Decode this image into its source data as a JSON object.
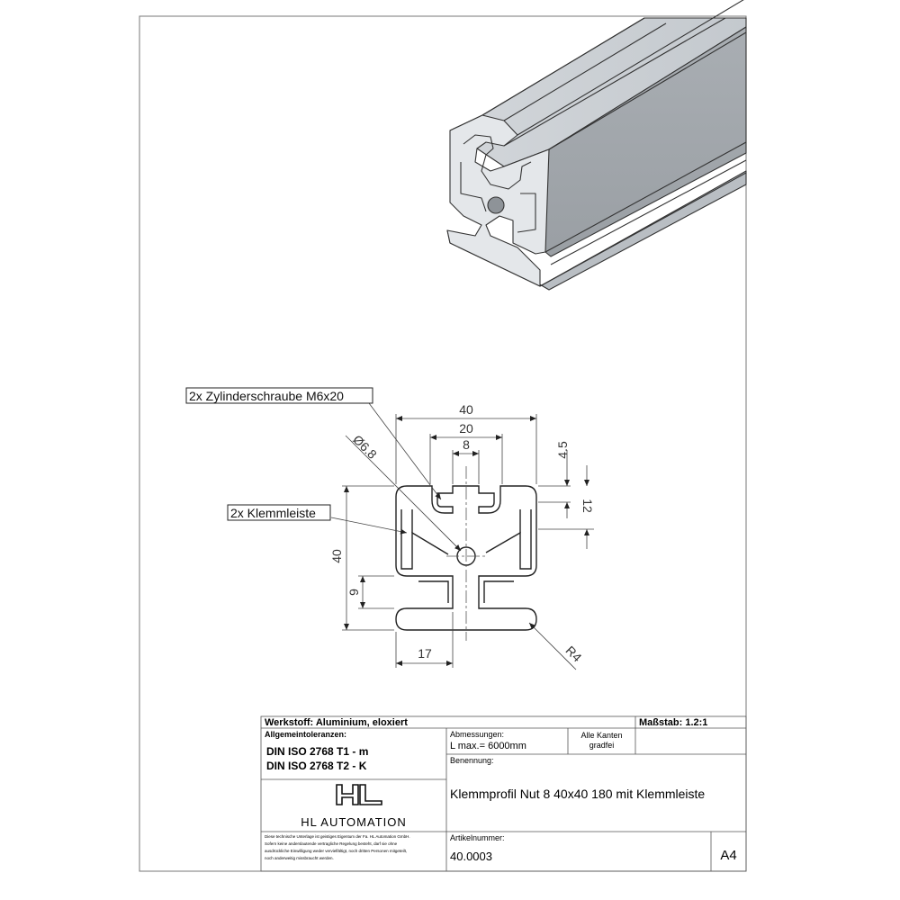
{
  "callouts": {
    "screw": "2x Zylinderschraube M6x20",
    "clamp": "2x Klemmleiste"
  },
  "dimensions": {
    "overall_width": "40",
    "slot_spacing": "20",
    "slot_width": "8",
    "hole_diameter": "Ø6.8",
    "slot_depth": "4.5",
    "slot_height": "12",
    "overall_height": "40",
    "lower_height": "9",
    "lower_width": "17",
    "corner_radius": "R4"
  },
  "title_block": {
    "material": "Werkstoff: Aluminium, eloxiert",
    "scale": "Maßstab: 1.2:1",
    "tolerances_label": "Allgemeintoleranzen:",
    "tolerance_1": "DIN ISO 2768 T1 - m",
    "tolerance_2": "DIN ISO 2768 T2 - K",
    "dimensions_label": "Abmessungen:",
    "length": "L max.= 6000mm",
    "edges_line1": "Alle Kanten",
    "edges_line2": "gradfei",
    "name_label": "Benennung:",
    "name": "Klemmprofil Nut 8 40x40 180 mit Klemmleiste",
    "company": "HL AUTOMATION",
    "legal_1": "Diese technische Unterlage ist geistiges Eigentum der Fa. HL Automation GmbH.",
    "legal_2": "Sofern keine anderslautende vertragliche Regelung besteht, darf sie ohne",
    "legal_3": "ausdrückliche Einwilligung weder vervielfältigt, noch dritten Personen mitgeteilt,",
    "legal_4": "noch anderweitig missbraucht werden.",
    "article_label": "Artikelnummer:",
    "article_number": "40.0003",
    "format": "A4"
  }
}
